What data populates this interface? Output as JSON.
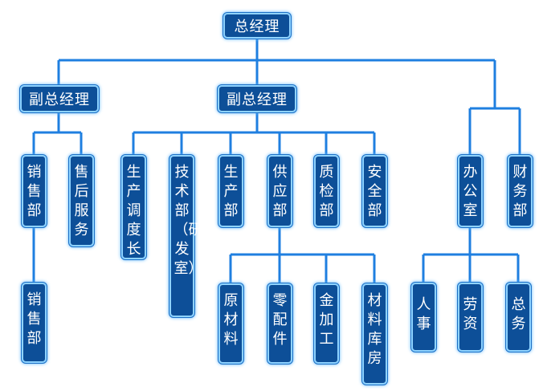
{
  "colors": {
    "node_fill": "#0d4f98",
    "node_border": "#8fd3ff",
    "line": "#1f7fe0",
    "text": "#ffffff"
  },
  "nodes": {
    "ceo": "总经理",
    "vp_left": "副总经理",
    "vp_mid": "副总经理",
    "sales": "销售部",
    "after_sales": "售后服务",
    "sales_sub": "销售部",
    "prod_dispatch": "生产调度长",
    "tech": "技术部（研发室）",
    "production": "生产部",
    "supply": "供应部",
    "quality": "质检部",
    "safety": "安全部",
    "raw_material": "原材料",
    "parts": "零配件",
    "metal_processing": "金加工",
    "material_store": "材料库房",
    "office": "办公室",
    "finance": "财务部",
    "hr": "人事",
    "labor_capital": "劳资",
    "general_affairs": "总务"
  }
}
